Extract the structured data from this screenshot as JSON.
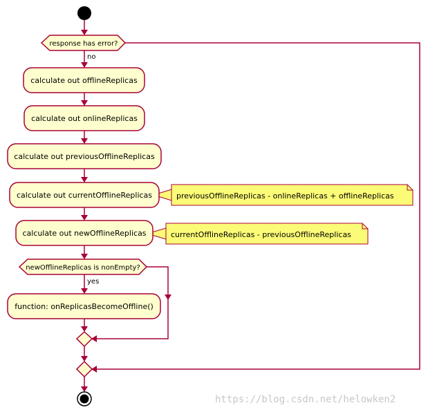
{
  "diagram": {
    "decision_error": "response has error?",
    "branch_no": "no",
    "actions": [
      "calculate out offlineReplicas",
      "calculate out onlineReplicas",
      "calculate out previousOfflineReplicas",
      "calculate out currentOfflineReplicas",
      "calculate out newOfflineReplicas",
      "function: onReplicasBecomeOffline()"
    ],
    "notes": [
      "previousOfflineReplicas - onlineReplicas + offlineReplicas",
      "currentOfflineReplicas - previousOfflineReplicas"
    ],
    "decision_empty": "newOfflineReplicas is nonEmpty?",
    "branch_yes": "yes"
  },
  "watermark": "https://blog.csdn.net/helowken2",
  "colors": {
    "activity_fill": "#FEFECE",
    "border": "#A80036",
    "note_fill": "#FBFB77",
    "node": "#000000"
  }
}
